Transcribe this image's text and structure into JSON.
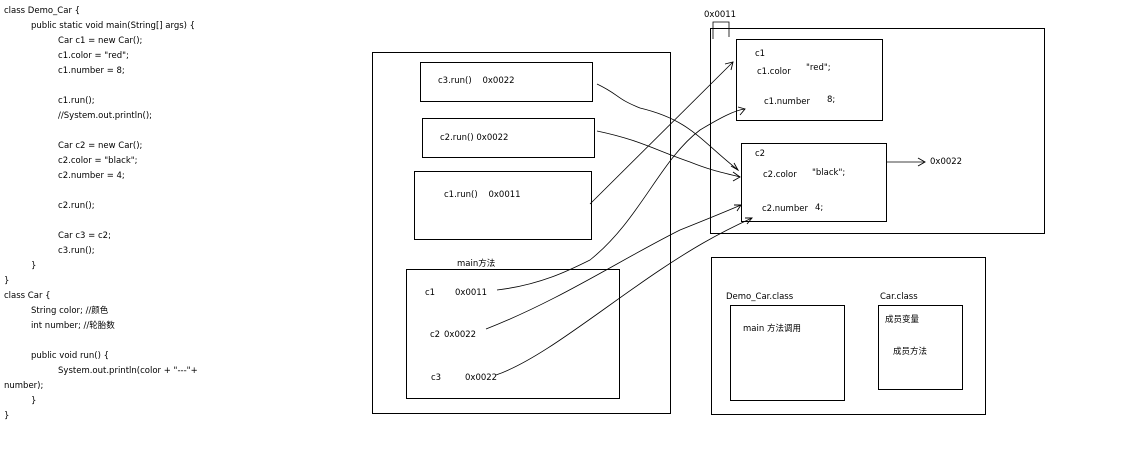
{
  "code_lines": [
    "class Demo_Car {",
    "          public static void main(String[] args) {",
    "                    Car c1 = new Car();",
    "                    c1.color = \"red\";",
    "                    c1.number = 8;",
    "",
    "                    c1.run();",
    "                    //System.out.println();",
    "",
    "                    Car c2 = new Car();",
    "                    c2.color = \"black\";",
    "                    c2.number = 4;",
    "",
    "                    c2.run();",
    "",
    "                    Car c3 = c2;",
    "                    c3.run();",
    "          }",
    "}",
    "class Car {",
    "          String color; //颜色",
    "          int number; //轮胎数",
    "",
    "          public void run() {",
    "                    System.out.println(color + \"---\"+",
    "number);",
    "          }",
    "}"
  ],
  "stack": {
    "frame_c3_run": "c3.run()    0x0022",
    "frame_c2_run": "c2.run() 0x0022",
    "frame_c1_run": "c1.run()    0x0011",
    "main_title": "main方法",
    "main_vars": [
      {
        "name": "c1",
        "value": "0x0011"
      },
      {
        "name": "c2",
        "value": "0x0022"
      },
      {
        "name": "c3",
        "value": "0x0022"
      }
    ]
  },
  "heap": {
    "address_top": "0x0011",
    "obj1": {
      "title": "c1",
      "field1": "c1.color",
      "value1": "\"red\";",
      "field2": "c1.number",
      "value2": "8;"
    },
    "obj2": {
      "title": "c2",
      "field1": "c2.color",
      "value1": "\"black\";",
      "field2": "c2.number",
      "value2": "4;",
      "address": "0x0022"
    }
  },
  "method_area": {
    "demo_title": "Demo_Car.class",
    "demo_content": "main 方法调用",
    "car_title": "Car.class",
    "car_member_vars": "成员变量",
    "car_member_methods": "成员方法"
  }
}
